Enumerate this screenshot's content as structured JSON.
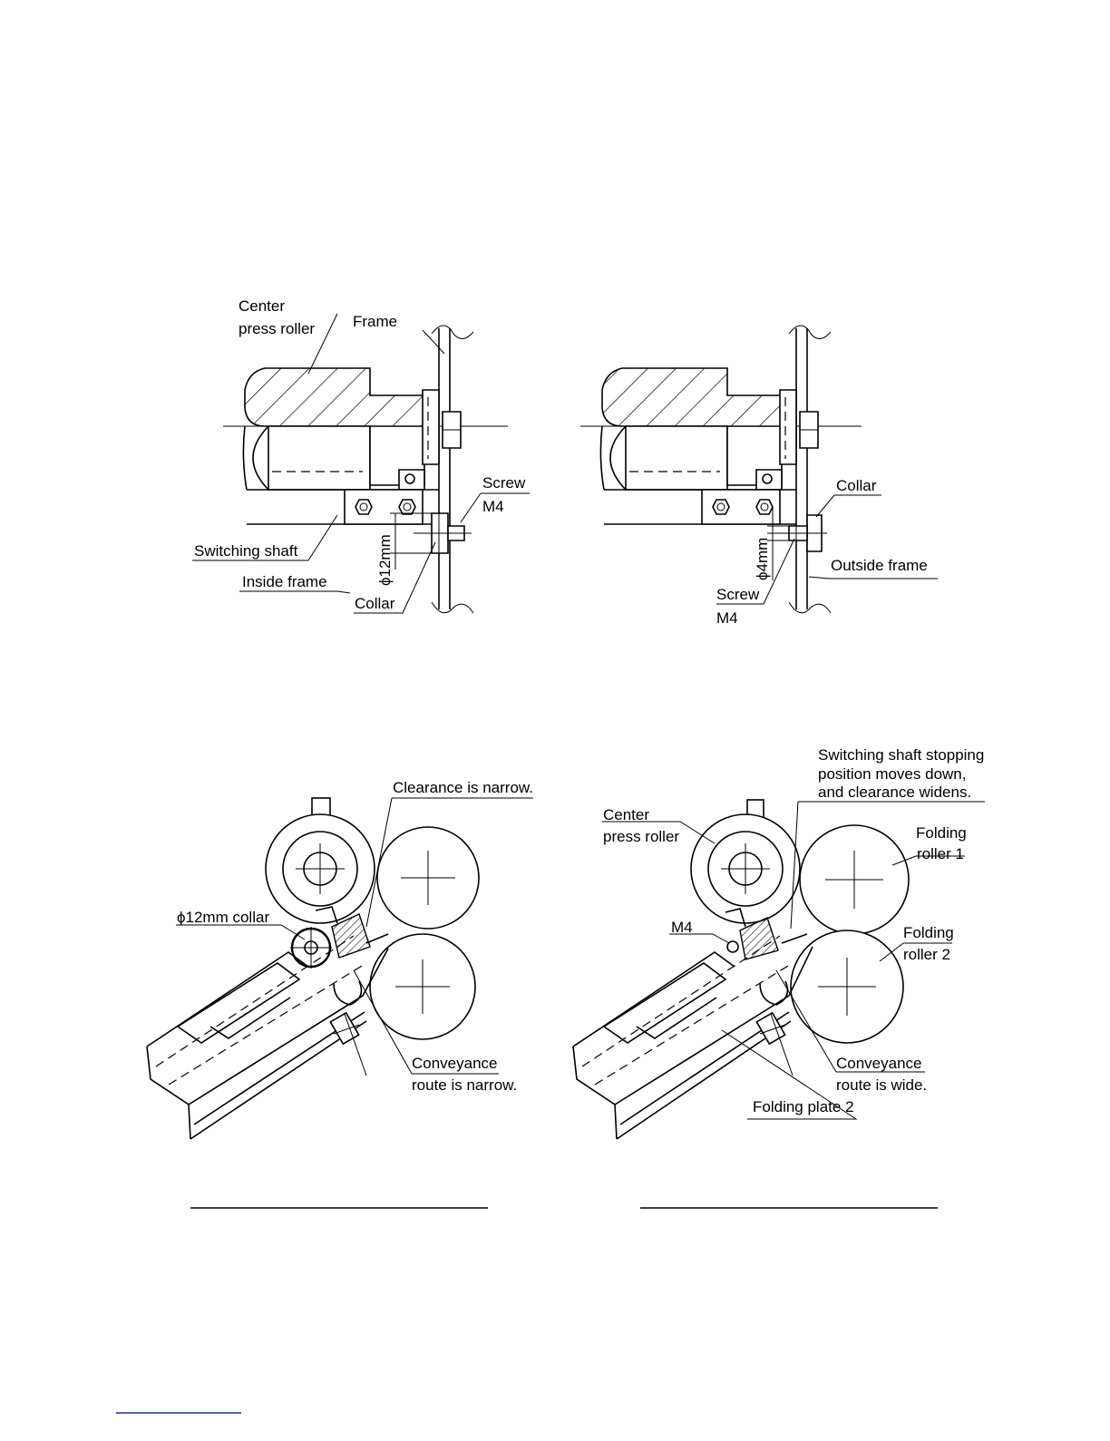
{
  "figure_top_left": {
    "labels": {
      "center_press_roller_line1": "Center",
      "center_press_roller_line2": "press roller",
      "frame": "Frame",
      "screw_line1": "Screw",
      "screw_line2": "M4",
      "phi12mm": "ϕ12mm",
      "switching_shaft": "Switching shaft",
      "inside_frame": "Inside frame",
      "collar": "Collar"
    }
  },
  "figure_top_right": {
    "labels": {
      "collar": "Collar",
      "phi4mm": "ϕ4mm",
      "outside_frame": "Outside frame",
      "screw_line1": "Screw",
      "screw_line2": "M4"
    }
  },
  "figure_bottom_left": {
    "labels": {
      "clearance_narrow": "Clearance is narrow.",
      "phi12mm_collar": "ϕ12mm collar",
      "conveyance_line1": "Conveyance",
      "conveyance_line2": "route is narrow."
    }
  },
  "figure_bottom_right": {
    "labels": {
      "switching_line1": "Switching shaft stopping",
      "switching_line2": "position moves down,",
      "switching_line3": "and clearance widens.",
      "center_press_roller_line1": "Center",
      "center_press_roller_line2": "press roller",
      "folding_roller1_line1": "Folding",
      "folding_roller1_line2": "roller 1",
      "m4": "M4",
      "folding_roller2_line1": "Folding",
      "folding_roller2_line2": "roller 2",
      "conveyance_line1": "Conveyance",
      "conveyance_line2": "route is wide.",
      "folding_plate2": "Folding plate 2"
    }
  }
}
